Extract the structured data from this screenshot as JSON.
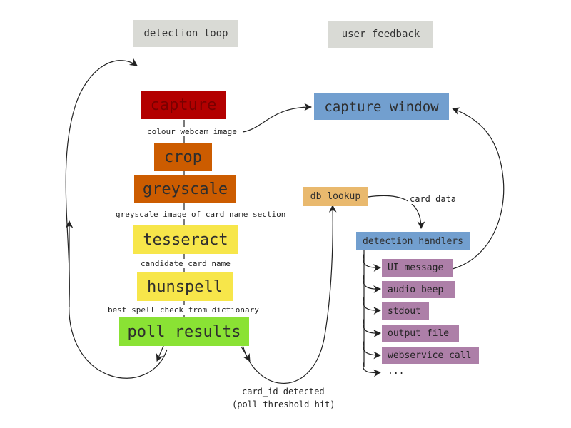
{
  "headers": {
    "detection_loop": "detection loop",
    "user_feedback": "user feedback"
  },
  "pipeline": {
    "capture": "capture",
    "crop": "crop",
    "greyscale": "greyscale",
    "tesseract": "tesseract",
    "hunspell": "hunspell",
    "poll_results": "poll results"
  },
  "edge_labels": {
    "colour_webcam_image": "colour webcam image",
    "greyscale_image": "greyscale image of card name section",
    "candidate_card_name": "candidate card name",
    "best_spell_check": "best spell check from dictionary",
    "card_data": "card data",
    "card_id_detected": "card_id detected",
    "poll_threshold_hit": "(poll threshold hit)"
  },
  "feedback": {
    "capture_window": "capture window",
    "db_lookup": "db lookup",
    "detection_handlers": "detection handlers",
    "handlers": [
      "UI message",
      "audio beep",
      "stdout",
      "output file",
      "webservice call"
    ],
    "ellipsis": "..."
  },
  "colors": {
    "header_bg": "#d9dad5",
    "capture_bg": "#b30000",
    "capture_text": "#7a0000",
    "orange_bg": "#cc5c00",
    "yellow_bg": "#f7e64a",
    "green_bg": "#8ae234",
    "blue_bg": "#729fcf",
    "tan_bg": "#e9b96e",
    "purple_bg": "#ad7fa8"
  }
}
